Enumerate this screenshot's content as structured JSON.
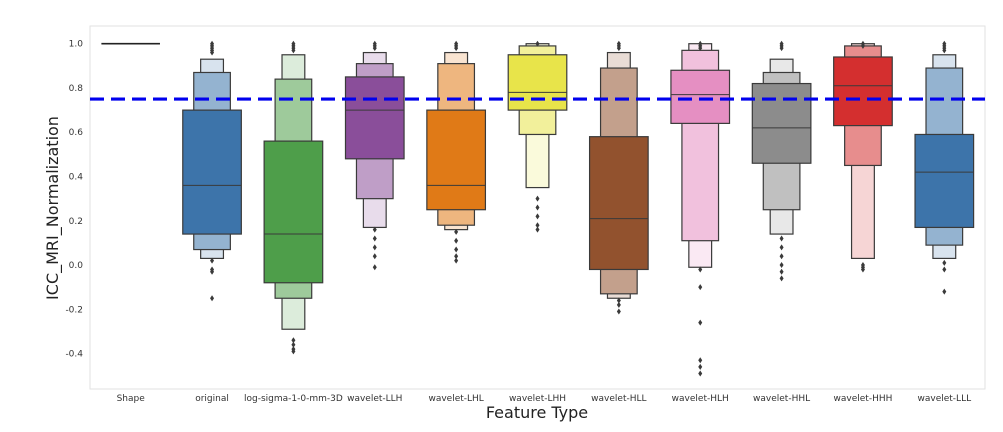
{
  "chart_data": {
    "type": "boxen",
    "xlabel": "Feature Type",
    "ylabel": "ICC_MRI_Normalization",
    "ylim": [
      -0.56,
      1.08
    ],
    "yticks": [
      "1.0",
      "0.8",
      "0.6",
      "0.4",
      "0.2",
      "0.0",
      "-0.2",
      "-0.4"
    ],
    "grid": false,
    "reference_line": {
      "y": 0.75,
      "style": "dashed",
      "color": "#0000ee"
    },
    "categories": [
      "Shape",
      "original",
      "log-sigma-1-0-mm-3D",
      "wavelet-LLH",
      "wavelet-LHL",
      "wavelet-LHH",
      "wavelet-HLL",
      "wavelet-HLH",
      "wavelet-HHL",
      "wavelet-HHH",
      "wavelet-LLL"
    ],
    "series": [
      {
        "category": "Shape",
        "color": "#222222",
        "median": 1.0,
        "boxes": [],
        "outliers": []
      },
      {
        "category": "original",
        "color": "#3d74aa",
        "median": 0.36,
        "boxes": [
          [
            0.14,
            0.7
          ],
          [
            0.07,
            0.87
          ],
          [
            0.03,
            0.93
          ]
        ],
        "outliers": [
          1.0,
          0.99,
          0.98,
          0.97,
          0.96,
          0.02,
          -0.02,
          -0.03,
          -0.15
        ]
      },
      {
        "category": "log-sigma-1-0-mm-3D",
        "color": "#4e9e4a",
        "median": 0.14,
        "boxes": [
          [
            -0.08,
            0.56
          ],
          [
            -0.15,
            0.84
          ],
          [
            -0.29,
            0.95
          ]
        ],
        "outliers": [
          1.0,
          0.99,
          0.98,
          0.97,
          -0.34,
          -0.36,
          -0.38,
          -0.39
        ]
      },
      {
        "category": "wavelet-LLH",
        "color": "#8a4e9a",
        "median": 0.7,
        "boxes": [
          [
            0.48,
            0.85
          ],
          [
            0.3,
            0.91
          ],
          [
            0.17,
            0.96
          ]
        ],
        "outliers": [
          1.0,
          0.99,
          0.98,
          0.16,
          0.12,
          0.08,
          0.04,
          -0.01
        ]
      },
      {
        "category": "wavelet-LHL",
        "color": "#e07a17",
        "median": 0.36,
        "boxes": [
          [
            0.25,
            0.7
          ],
          [
            0.18,
            0.91
          ],
          [
            0.16,
            0.96
          ]
        ],
        "outliers": [
          1.0,
          0.99,
          0.98,
          0.15,
          0.11,
          0.07,
          0.04,
          0.02
        ]
      },
      {
        "category": "wavelet-LHH",
        "color": "#e8e44a",
        "median": 0.78,
        "boxes": [
          [
            0.7,
            0.95
          ],
          [
            0.59,
            0.99
          ],
          [
            0.35,
            1.0
          ]
        ],
        "outliers": [
          1.0,
          0.3,
          0.26,
          0.22,
          0.18,
          0.16
        ]
      },
      {
        "category": "wavelet-HLL",
        "color": "#92522e",
        "median": 0.21,
        "boxes": [
          [
            -0.02,
            0.58
          ],
          [
            -0.13,
            0.89
          ],
          [
            -0.15,
            0.96
          ]
        ],
        "outliers": [
          1.0,
          0.99,
          0.98,
          -0.16,
          -0.18,
          -0.21
        ]
      },
      {
        "category": "wavelet-HLH",
        "color": "#e58fc2",
        "median": 0.77,
        "boxes": [
          [
            0.64,
            0.88
          ],
          [
            0.11,
            0.97
          ],
          [
            -0.01,
            1.0
          ]
        ],
        "outliers": [
          1.0,
          0.99,
          0.98,
          -0.02,
          -0.1,
          -0.26,
          -0.43,
          -0.46,
          -0.49
        ]
      },
      {
        "category": "wavelet-HHL",
        "color": "#8c8c8c",
        "median": 0.62,
        "boxes": [
          [
            0.46,
            0.82
          ],
          [
            0.25,
            0.87
          ],
          [
            0.14,
            0.93
          ]
        ],
        "outliers": [
          1.0,
          0.99,
          0.98,
          0.12,
          0.08,
          0.04,
          0.0,
          -0.03,
          -0.06
        ]
      },
      {
        "category": "wavelet-HHH",
        "color": "#d42f2f",
        "median": 0.81,
        "boxes": [
          [
            0.63,
            0.94
          ],
          [
            0.45,
            0.99
          ],
          [
            0.03,
            1.0
          ]
        ],
        "outliers": [
          1.0,
          0.99,
          0.0,
          -0.01,
          -0.02
        ]
      },
      {
        "category": "wavelet-LLL",
        "color": "#3d74aa",
        "median": 0.42,
        "boxes": [
          [
            0.17,
            0.59
          ],
          [
            0.09,
            0.89
          ],
          [
            0.03,
            0.95
          ]
        ],
        "outliers": [
          1.0,
          0.99,
          0.98,
          0.97,
          0.01,
          -0.02,
          -0.12
        ]
      }
    ]
  }
}
